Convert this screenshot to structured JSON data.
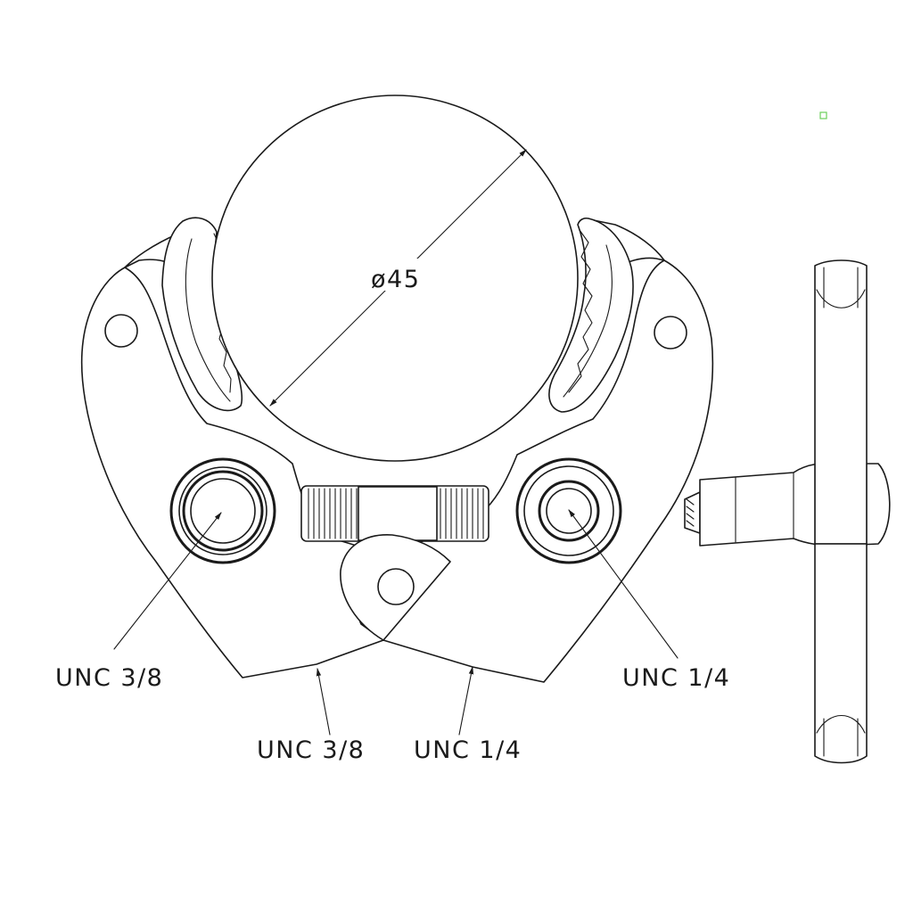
{
  "dimension": {
    "diameter_label": "ø45"
  },
  "callouts": {
    "left_jaw_thread": "UNC 3/8",
    "right_jaw_thread": "UNC 1/4",
    "bottom_left_thread": "UNC 3/8",
    "bottom_right_thread": "UNC 1/4"
  },
  "colors": {
    "line": "#1a1a1a",
    "background": "#ffffff",
    "marker": "#6ccf5a"
  }
}
